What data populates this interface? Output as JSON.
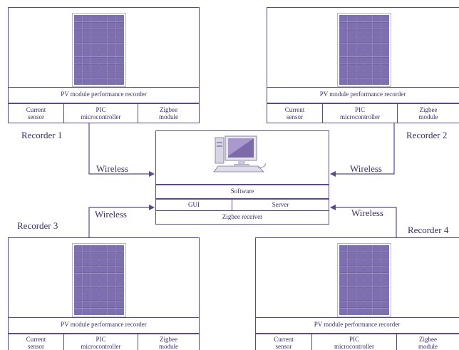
{
  "recorders": [
    {
      "label": "Recorder 1",
      "caption": "PV module performance recorder",
      "parts": [
        "Current\nsensor",
        "PIC\nmicrocontroller",
        "Zigbee\nmodule"
      ]
    },
    {
      "label": "Recorder 2",
      "caption": "PV module performance recorder",
      "parts": [
        "Current\nsensor",
        "PIC\nmicrocontroller",
        "Zigbee\nmodule"
      ]
    },
    {
      "label": "Recorder 3",
      "caption": "PV module performance recorder",
      "parts": [
        "Current\nsensor",
        "PIC\nmicrocontroller",
        "Zigbee\nmodule"
      ]
    },
    {
      "label": "Recorder 4",
      "caption": "PV module performance recorder",
      "parts": [
        "Current\nsensor",
        "PIC\nmicrocontroller",
        "Zigbee\nmodule"
      ]
    }
  ],
  "wireless_labels": [
    "Wireless",
    "Wireless",
    "Wireless",
    "Wireless"
  ],
  "central": {
    "software": "Software",
    "gui": "GUI",
    "server": "Server",
    "receiver": "Zigbee receiver"
  },
  "colors": {
    "line": "#5a4a8a",
    "panel": "#7e6fb0",
    "panel_dark": "#5b4c94"
  }
}
